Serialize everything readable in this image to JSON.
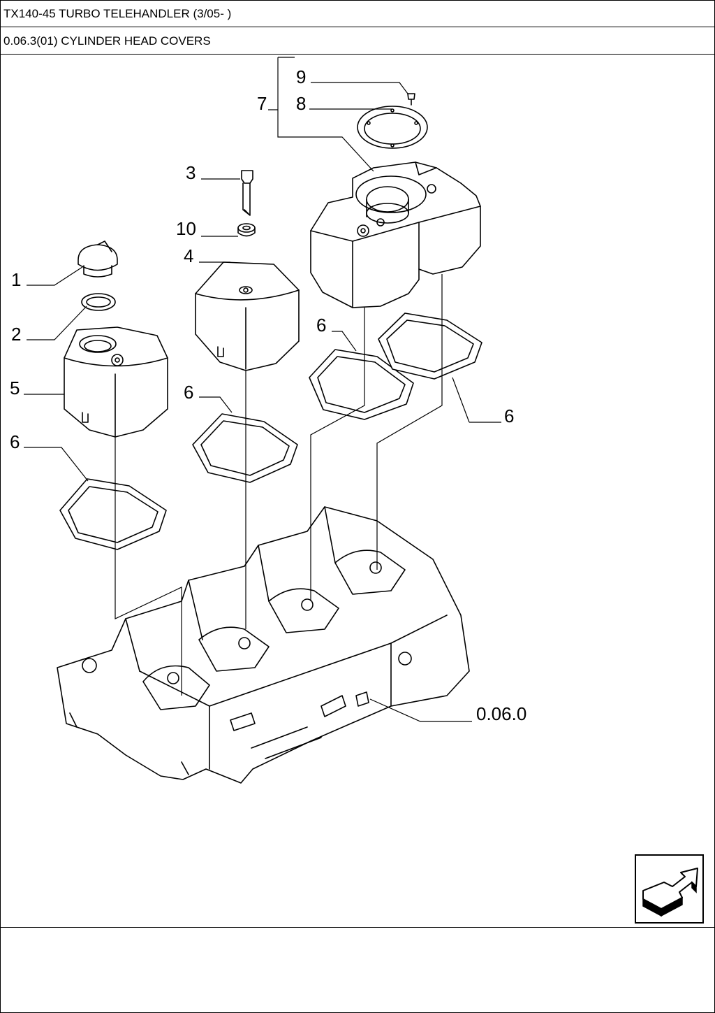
{
  "header": {
    "model_title": "TX140-45 TURBO TELEHANDLER (3/05- )",
    "section_title": "0.06.3(01) CYLINDER HEAD COVERS"
  },
  "callouts": {
    "c1": "1",
    "c2": "2",
    "c3": "3",
    "c4": "4",
    "c5": "5",
    "c6a": "6",
    "c6b": "6",
    "c6c": "6",
    "c6d": "6",
    "c7": "7",
    "c8": "8",
    "c9": "9",
    "c10": "10",
    "ref": "0.06.0"
  },
  "icons": {
    "next_page": "arrow-next-icon"
  },
  "colors": {
    "ink": "#000000",
    "paper": "#ffffff"
  }
}
